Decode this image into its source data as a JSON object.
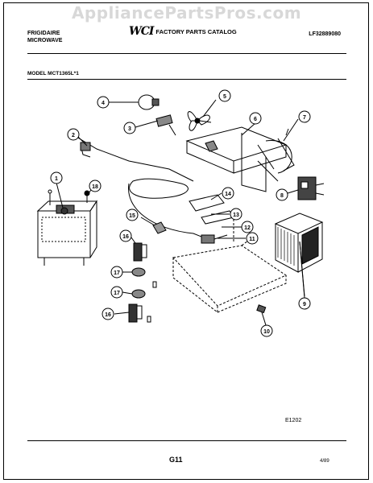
{
  "watermark": "AppliancePartsPros.com",
  "header": {
    "brand_line1": "FRIGIDAIRE",
    "brand_line2": "MICROWAVE",
    "logo": "WCI",
    "catalog_title": "FACTORY PARTS CATALOG",
    "catalog_number": "LF32889080"
  },
  "model": "MODEL MCT1365L*1",
  "figure_code": "E1202",
  "page_number": "G11",
  "date": "4/89",
  "callouts": [
    "1",
    "2",
    "3",
    "4",
    "5",
    "6",
    "7",
    "8",
    "9",
    "10",
    "11",
    "12",
    "13",
    "14",
    "15",
    "16",
    "17",
    "17",
    "18",
    "16"
  ]
}
